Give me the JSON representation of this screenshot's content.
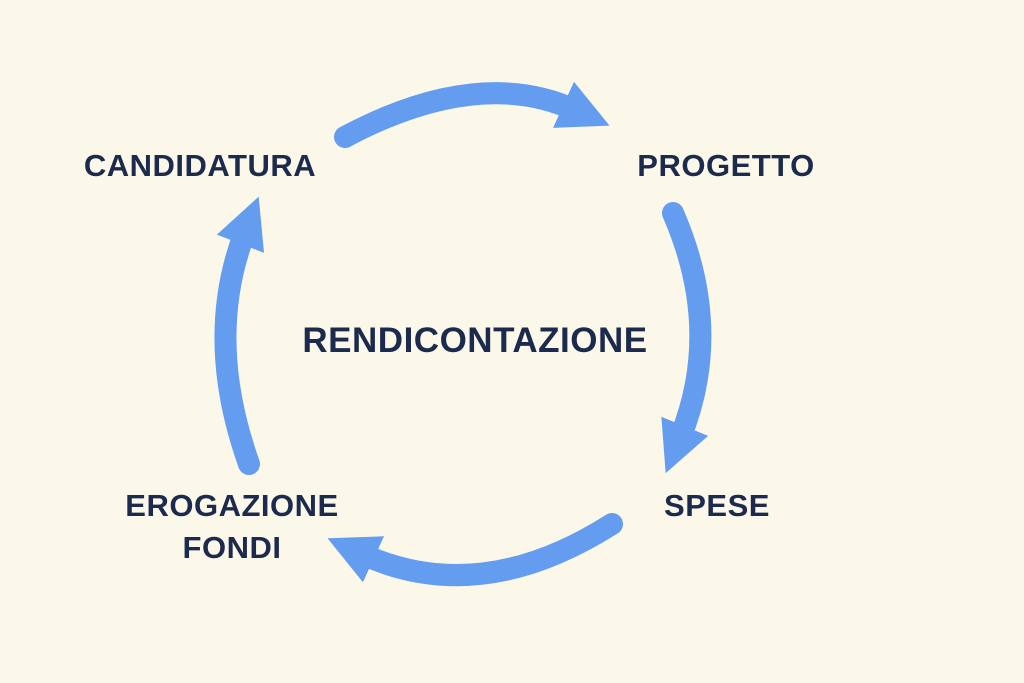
{
  "diagram": {
    "center_label": "RENDICONTAZIONE",
    "nodes": [
      {
        "id": "candidatura",
        "label": "CANDIDATURA"
      },
      {
        "id": "progetto",
        "label": "PROGETTO"
      },
      {
        "id": "spese",
        "label": "SPESE"
      },
      {
        "id": "erogazione-fondi",
        "label": "EROGAZIONE FONDI"
      }
    ],
    "arrows": [
      {
        "from": "candidatura",
        "to": "progetto",
        "direction": "clockwise"
      },
      {
        "from": "progetto",
        "to": "spese",
        "direction": "clockwise"
      },
      {
        "from": "spese",
        "to": "erogazione-fondi",
        "direction": "clockwise"
      },
      {
        "from": "erogazione-fondi",
        "to": "candidatura",
        "direction": "clockwise"
      }
    ]
  },
  "colors": {
    "background": "#FBF8EA",
    "text": "#1C2B4D",
    "arrow": "#649CF0"
  }
}
